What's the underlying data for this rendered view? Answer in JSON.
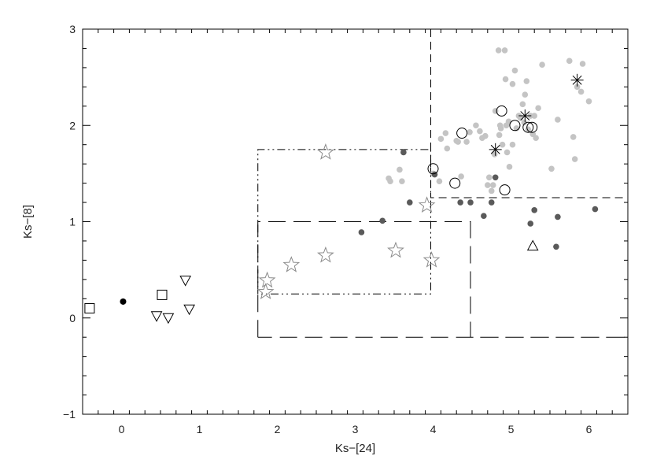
{
  "chart_data": {
    "type": "scatter",
    "title": "",
    "xlabel": "Ks−[24]",
    "ylabel": "Ks−[8]",
    "xlim": [
      -0.5,
      6.5
    ],
    "ylim": [
      -1,
      3
    ],
    "xticks": [
      0,
      1,
      2,
      3,
      4,
      5,
      6
    ],
    "yticks": [
      -1,
      0,
      1,
      2,
      3
    ],
    "grid": false,
    "colors": {
      "light_gray": "#c4c4c4",
      "dark_gray": "#5a5a5a",
      "black": "#000000",
      "star_outline": "#8a8a8a",
      "axis": "#000000"
    },
    "series": [
      {
        "marker": "filled-circle-light",
        "points": [
          [
            3.43,
            1.45
          ],
          [
            3.45,
            1.42
          ],
          [
            3.57,
            1.54
          ],
          [
            3.6,
            1.42
          ],
          [
            4.08,
            1.42
          ],
          [
            4.1,
            1.86
          ],
          [
            4.16,
            1.92
          ],
          [
            4.3,
            1.84
          ],
          [
            4.32,
            1.83
          ],
          [
            4.36,
            1.47
          ],
          [
            4.43,
            1.83
          ],
          [
            4.47,
            1.93
          ],
          [
            4.55,
            2.0
          ],
          [
            4.6,
            1.94
          ],
          [
            4.63,
            1.87
          ],
          [
            4.67,
            1.89
          ],
          [
            4.7,
            1.38
          ],
          [
            4.72,
            1.46
          ],
          [
            4.75,
            1.32
          ],
          [
            4.77,
            1.38
          ],
          [
            4.79,
            1.7
          ],
          [
            4.8,
            2.15
          ],
          [
            4.84,
            2.78
          ],
          [
            4.85,
            1.9
          ],
          [
            4.86,
            2.0
          ],
          [
            4.87,
            1.97
          ],
          [
            4.89,
            1.8
          ],
          [
            4.92,
            2.78
          ],
          [
            4.93,
            2.48
          ],
          [
            4.94,
            2.0
          ],
          [
            4.95,
            1.72
          ],
          [
            4.97,
            2.04
          ],
          [
            4.98,
            1.57
          ],
          [
            5.02,
            1.8
          ],
          [
            5.02,
            2.43
          ],
          [
            5.05,
            2.57
          ],
          [
            5.07,
            1.97
          ],
          [
            5.1,
            2.1
          ],
          [
            5.12,
            2.08
          ],
          [
            5.15,
            2.22
          ],
          [
            5.17,
            2.03
          ],
          [
            5.18,
            2.32
          ],
          [
            5.2,
            2.46
          ],
          [
            5.22,
            1.96
          ],
          [
            5.25,
            2.1
          ],
          [
            5.28,
            1.91
          ],
          [
            5.3,
            2.1
          ],
          [
            5.32,
            1.87
          ],
          [
            5.35,
            2.18
          ],
          [
            5.4,
            2.63
          ],
          [
            5.52,
            1.55
          ],
          [
            5.6,
            2.06
          ],
          [
            5.75,
            2.67
          ],
          [
            5.8,
            1.88
          ],
          [
            5.82,
            1.65
          ],
          [
            5.85,
            2.4
          ],
          [
            5.9,
            2.35
          ],
          [
            5.92,
            2.64
          ],
          [
            6.0,
            2.25
          ],
          [
            4.0,
            1.5
          ],
          [
            4.18,
            1.76
          ]
        ]
      },
      {
        "marker": "filled-circle-dark",
        "points": [
          [
            3.08,
            0.89
          ],
          [
            3.35,
            1.01
          ],
          [
            3.62,
            1.72
          ],
          [
            3.7,
            1.2
          ],
          [
            4.02,
            1.49
          ],
          [
            4.35,
            1.2
          ],
          [
            4.48,
            1.2
          ],
          [
            4.65,
            1.06
          ],
          [
            4.75,
            1.2
          ],
          [
            4.8,
            1.46
          ],
          [
            5.25,
            0.98
          ],
          [
            5.3,
            1.12
          ],
          [
            5.58,
            0.74
          ],
          [
            5.6,
            1.05
          ],
          [
            6.08,
            1.13
          ]
        ]
      },
      {
        "marker": "filled-circle-black",
        "points": [
          [
            0.02,
            0.17
          ]
        ]
      },
      {
        "marker": "open-circle",
        "points": [
          [
            4.0,
            1.55
          ],
          [
            4.28,
            1.4
          ],
          [
            4.37,
            1.92
          ],
          [
            4.88,
            2.15
          ],
          [
            4.92,
            1.33
          ],
          [
            5.05,
            2.0
          ],
          [
            5.22,
            1.98
          ],
          [
            5.27,
            1.98
          ]
        ]
      },
      {
        "marker": "asterisk",
        "points": [
          [
            4.8,
            1.75
          ],
          [
            5.18,
            2.1
          ],
          [
            5.85,
            2.47
          ]
        ]
      },
      {
        "marker": "open-star",
        "points": [
          [
            1.85,
            0.27
          ],
          [
            1.87,
            0.39
          ],
          [
            2.18,
            0.55
          ],
          [
            2.62,
            0.65
          ],
          [
            2.62,
            1.72
          ],
          [
            3.52,
            0.7
          ],
          [
            3.92,
            1.17
          ],
          [
            3.98,
            0.6
          ]
        ]
      },
      {
        "marker": "open-square",
        "points": [
          [
            -0.41,
            0.1
          ],
          [
            0.52,
            0.24
          ]
        ]
      },
      {
        "marker": "open-triangle-down",
        "points": [
          [
            0.45,
            0.02
          ],
          [
            0.6,
            0.0
          ],
          [
            0.82,
            0.39
          ],
          [
            0.87,
            0.09
          ]
        ]
      },
      {
        "marker": "open-triangle-up",
        "points": [
          [
            5.28,
            0.75
          ]
        ]
      }
    ],
    "regions": [
      {
        "style": "dash-dot-dot",
        "polyline": [
          [
            1.75,
            0.25
          ],
          [
            1.75,
            1.75
          ],
          [
            3.97,
            1.75
          ],
          [
            3.97,
            0.25
          ],
          [
            1.75,
            0.25
          ]
        ]
      },
      {
        "style": "short-dash",
        "polyline": [
          [
            3.97,
            3.0
          ],
          [
            3.97,
            1.25
          ],
          [
            6.5,
            1.25
          ]
        ]
      },
      {
        "style": "long-dash",
        "polyline": [
          [
            1.75,
            -0.2
          ],
          [
            1.75,
            1.0
          ],
          [
            4.48,
            1.0
          ],
          [
            4.48,
            -0.2
          ],
          [
            6.5,
            -0.2
          ],
          [
            1.75,
            -0.2
          ]
        ]
      }
    ]
  }
}
